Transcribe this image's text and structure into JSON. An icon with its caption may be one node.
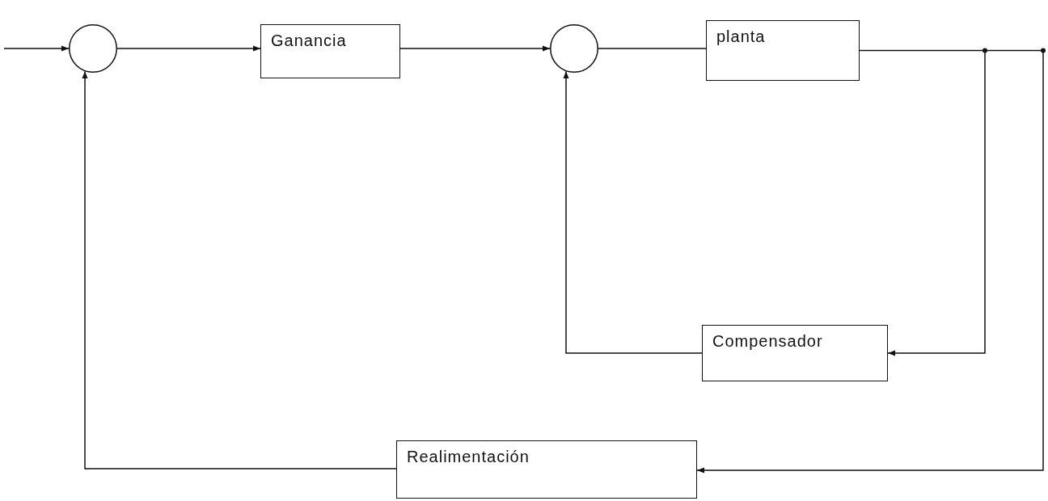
{
  "diagram": {
    "nodes": [
      {
        "text": [],
        "shape": "circle"
      },
      {
        "text": [
          "Ganancia"
        ]
      },
      {
        "text": [],
        "shape": "circle"
      },
      {
        "text": [
          "planta"
        ]
      },
      {
        "text": [
          "Compensador"
        ]
      },
      {
        "text": [
          "Realimentación"
        ]
      }
    ],
    "edges": [
      {
        "from": null,
        "to": 0,
        "arrow": "to"
      },
      {
        "from": 0,
        "to": 1,
        "arrow": "to"
      },
      {
        "from": 1,
        "to": 2,
        "arrow": "to"
      },
      {
        "from": 2,
        "to": 3,
        "arrow": "none"
      },
      {
        "from": 3,
        "to": 4,
        "arrow": "to"
      },
      {
        "from": 3,
        "to": 5,
        "arrow": "to"
      },
      {
        "from": 4,
        "to": 2,
        "arrow": "to"
      },
      {
        "from": 5,
        "to": 0,
        "arrow": "to"
      }
    ]
  }
}
